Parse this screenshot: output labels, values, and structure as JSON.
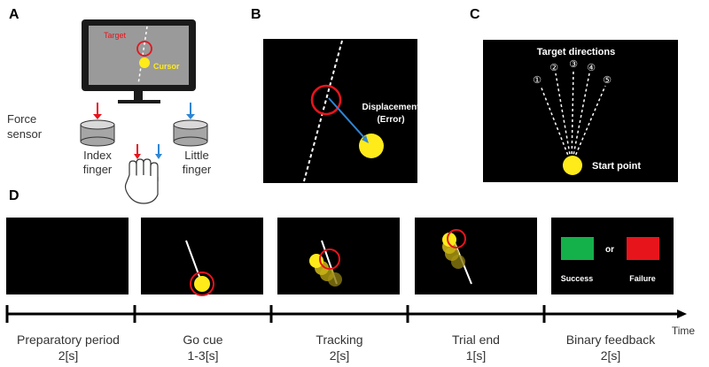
{
  "panels": {
    "a": "A",
    "b": "B",
    "c": "C",
    "d": "D"
  },
  "panel_a": {
    "target_label": "Target",
    "cursor_label": "Cursor",
    "force_sensor_label_line1": "Force",
    "force_sensor_label_line2": "sensor",
    "index_label_line1": "Index",
    "index_label_line2": "finger",
    "little_label_line1": "Little",
    "little_label_line2": "finger"
  },
  "panel_b": {
    "displacement_line1": "Displacement",
    "displacement_line2": "(Error)"
  },
  "panel_c": {
    "title": "Target directions",
    "numbers": [
      "①",
      "②",
      "③",
      "④",
      "⑤"
    ],
    "start_label": "Start point"
  },
  "panel_d": {
    "or_label": "or",
    "success_label": "Success",
    "failure_label": "Failure",
    "time_label": "Time",
    "phases": [
      {
        "name": "Preparatory period",
        "duration": "2[s]"
      },
      {
        "name": "Go cue",
        "duration": "1-3[s]"
      },
      {
        "name": "Tracking",
        "duration": "2[s]"
      },
      {
        "name": "Trial end",
        "duration": "1[s]"
      },
      {
        "name": "Binary feedback",
        "duration": "2[s]"
      }
    ]
  },
  "colors": {
    "red": "#e8141c",
    "yellow": "#ffeb1a",
    "blue": "#2e86d6",
    "green": "#14b04a",
    "black": "#000000"
  }
}
